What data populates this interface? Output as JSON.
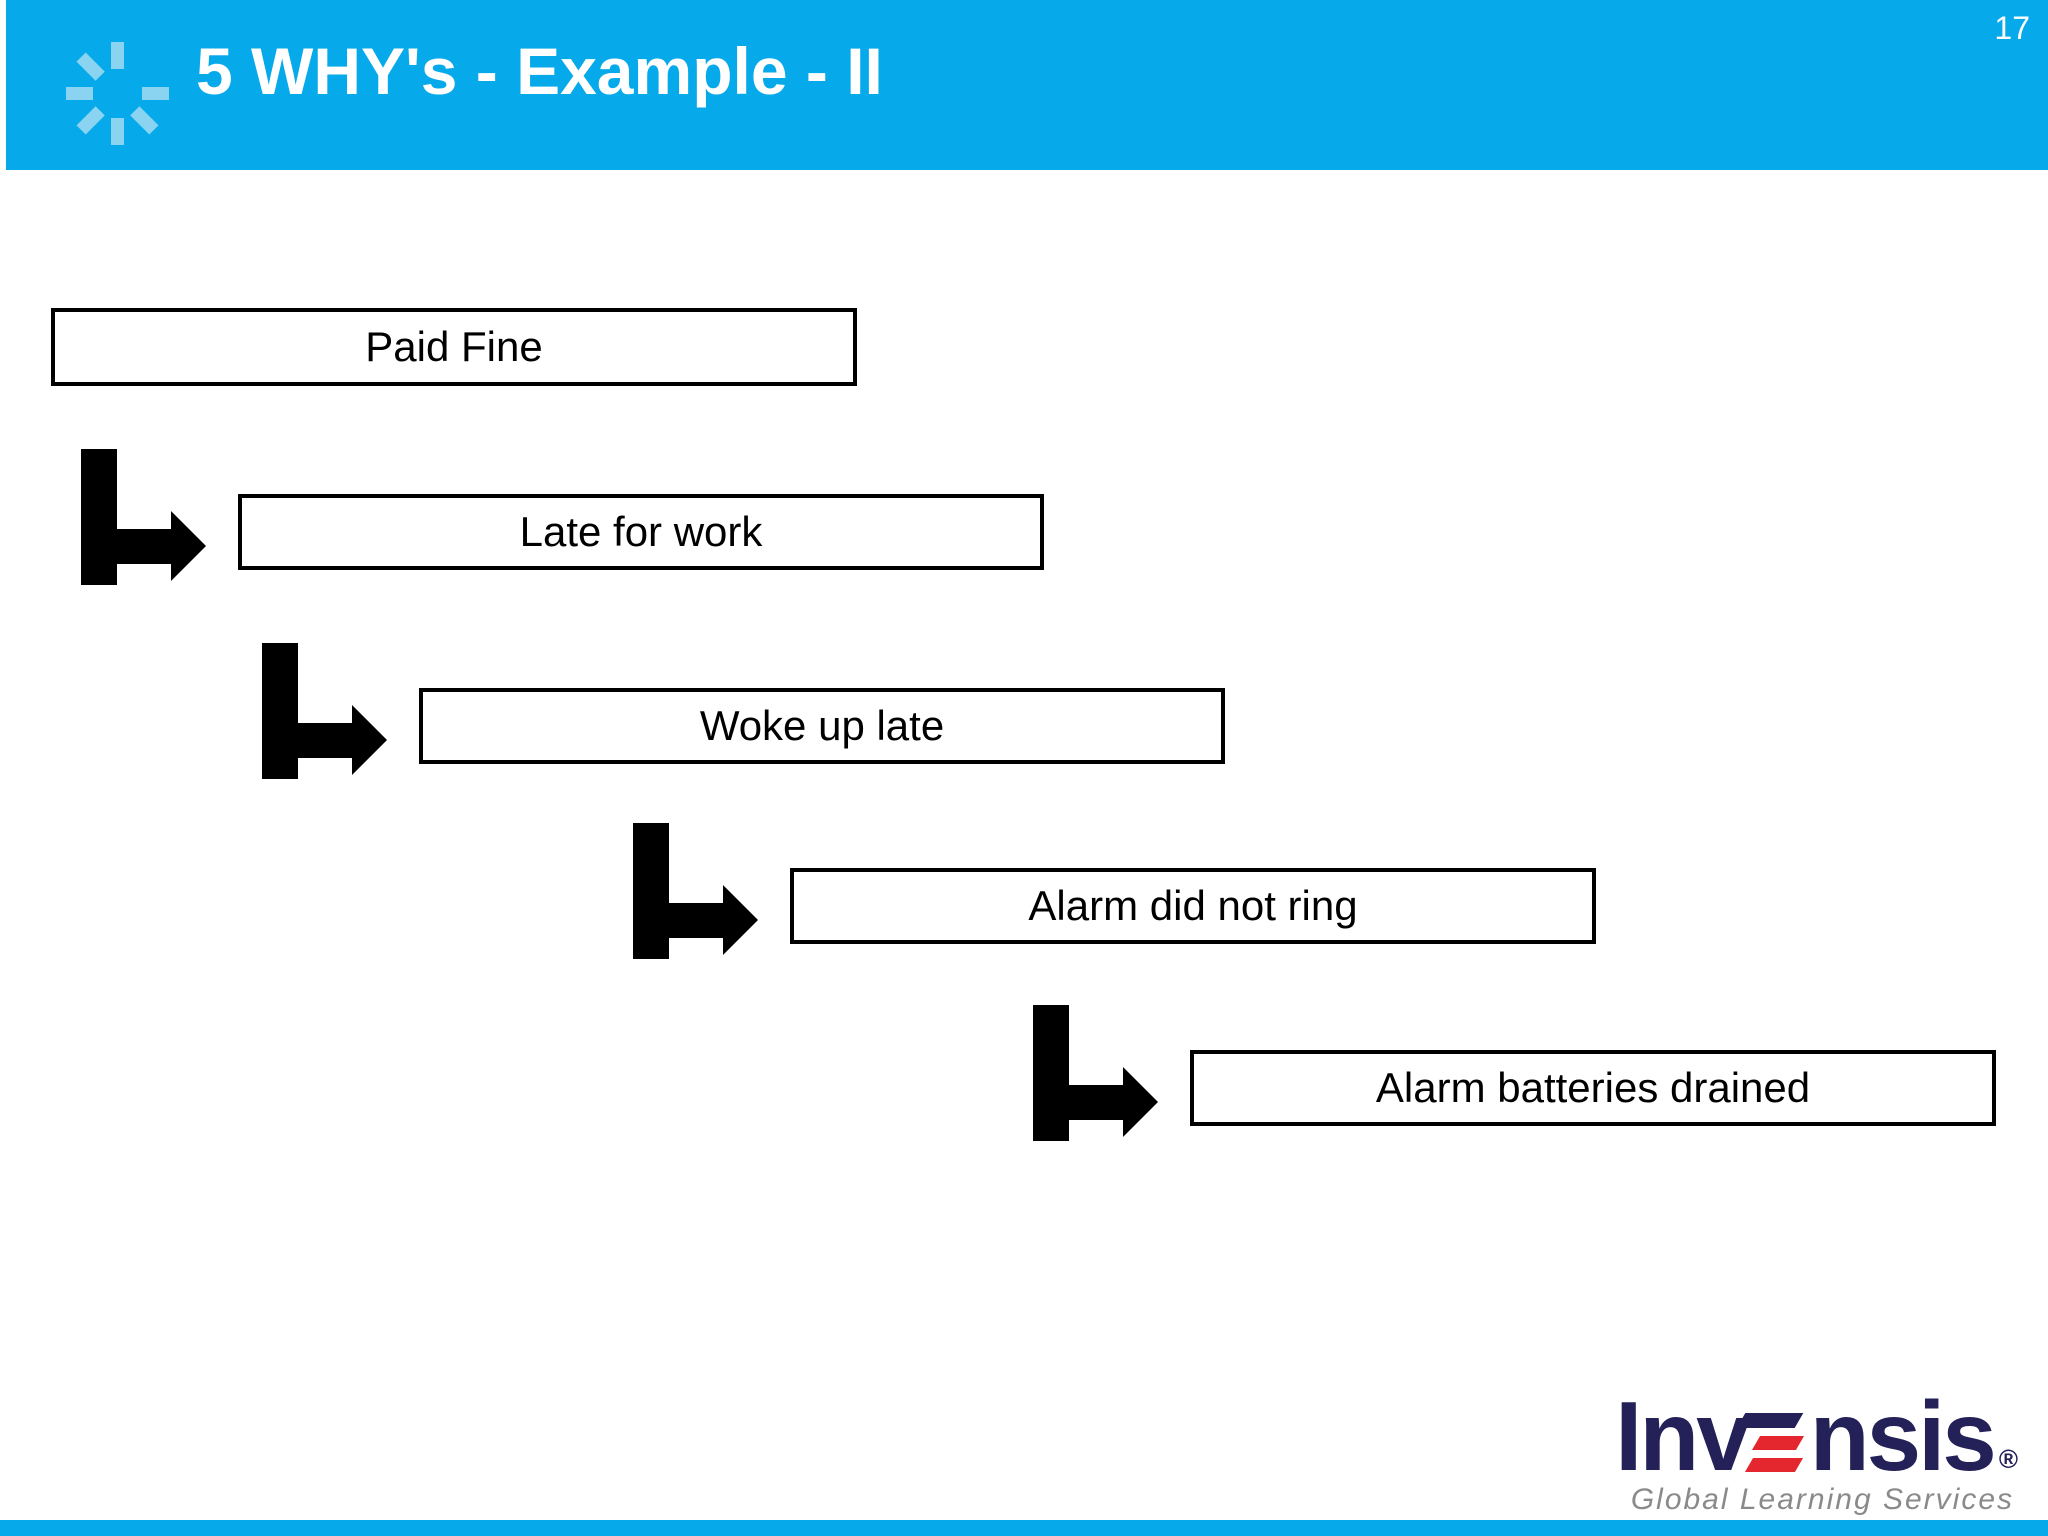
{
  "slide": {
    "page_number": "17",
    "title": "5 WHY's - Example - II"
  },
  "theme": {
    "accent_blue": "#06A9EA",
    "spinner_segment_blue": "#8AD4F2",
    "box_border": "#000000",
    "arrow_color": "#000000",
    "logo_navy": "#232157",
    "logo_red": "#E4262E",
    "logo_gray": "#8A8A8A"
  },
  "diagram": {
    "boxes": [
      {
        "label": "Paid Fine"
      },
      {
        "label": "Late for work"
      },
      {
        "label": "Woke up late"
      },
      {
        "label": "Alarm did not ring"
      },
      {
        "label": "Alarm batteries drained"
      }
    ]
  },
  "logo": {
    "brand_prefix": "Inv",
    "brand_suffix": "nsis",
    "registered_mark": "®",
    "tagline": "Global Learning Services"
  }
}
